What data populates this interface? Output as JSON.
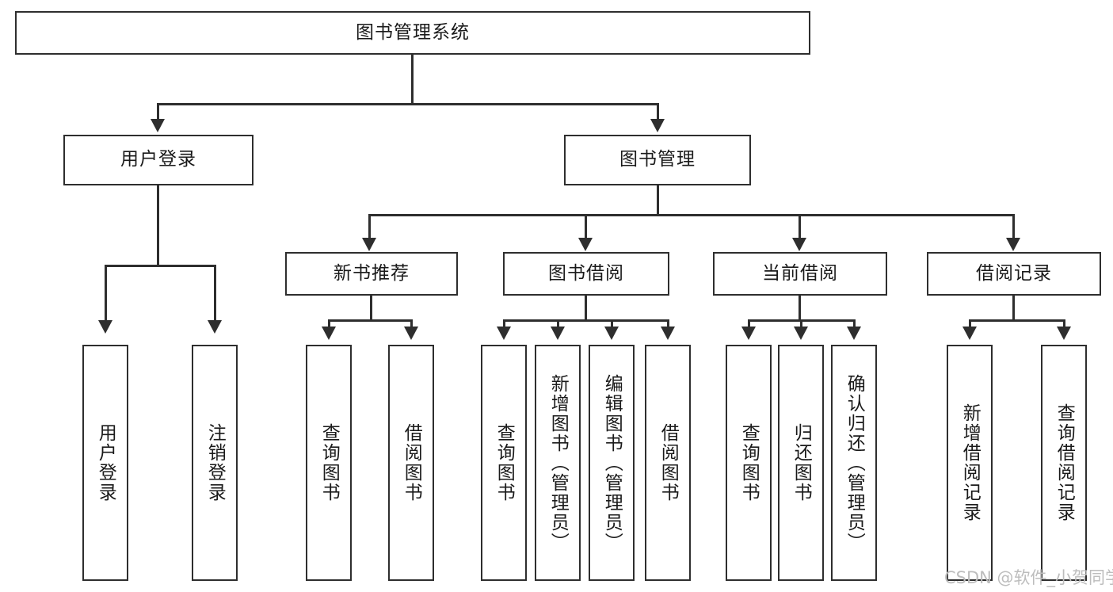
{
  "diagram": {
    "type": "tree-hierarchy-chart",
    "title": "图书管理系统",
    "root": {
      "label": "图书管理系统"
    },
    "level2": [
      {
        "label": "用户登录"
      },
      {
        "label": "图书管理"
      }
    ],
    "level3": [
      {
        "label": "新书推荐"
      },
      {
        "label": "图书借阅"
      },
      {
        "label": "当前借阅"
      },
      {
        "label": "借阅记录"
      }
    ],
    "leaves": {
      "user_login": [
        {
          "label": "用户登录"
        },
        {
          "label": "注销登录"
        }
      ],
      "new_book_recommend": [
        {
          "label": "查询图书"
        },
        {
          "label": "借阅图书"
        }
      ],
      "book_borrow": [
        {
          "label": "查询图书"
        },
        {
          "label": "新增图书（管理员）"
        },
        {
          "label": "编辑图书（管理员）"
        },
        {
          "label": "借阅图书"
        }
      ],
      "current_borrow": [
        {
          "label": "查询图书"
        },
        {
          "label": "归还图书"
        },
        {
          "label": "确认归还（管理员）"
        }
      ],
      "borrow_record": [
        {
          "label": "新增借阅记录"
        },
        {
          "label": "查询借阅记录"
        }
      ]
    }
  },
  "watermark": {
    "text": "CSDN @软件_小贺同学"
  },
  "colors": {
    "stroke": "#2e2e2e",
    "fill": "#ffffff",
    "text": "#1a1a1a",
    "watermark": "#bdbdbd"
  }
}
